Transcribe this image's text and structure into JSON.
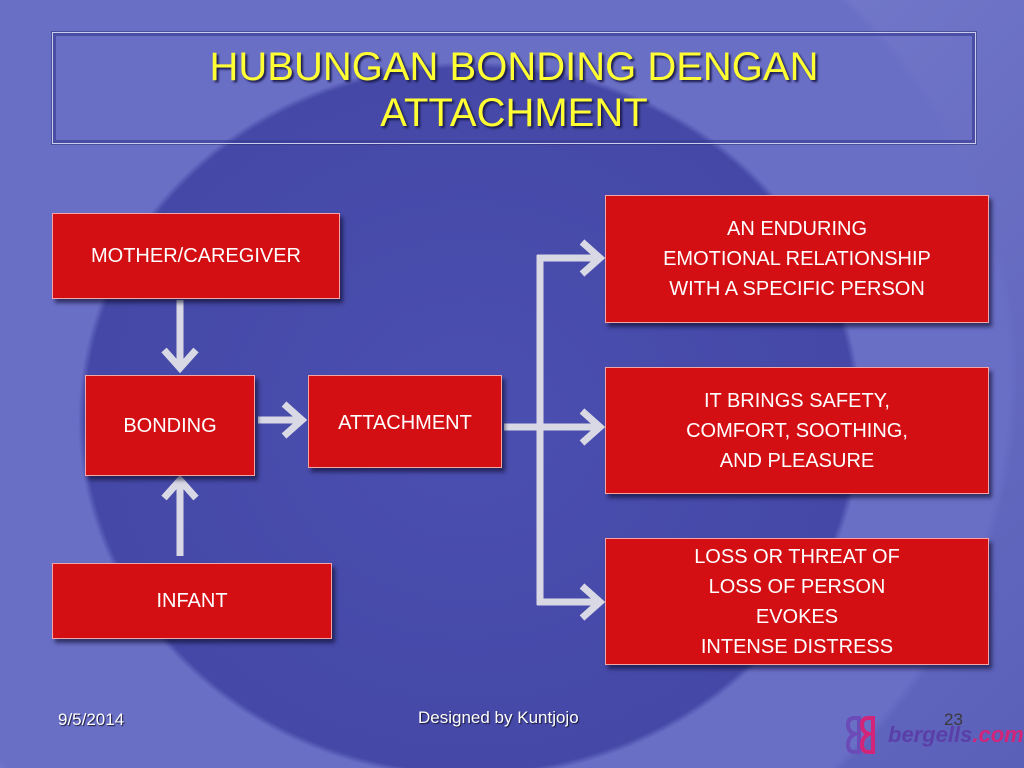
{
  "slide": {
    "title": "HUBUNGAN BONDING DENGAN\nATTACHMENT",
    "footer_date": "9/5/2014",
    "footer_center": "Designed by Kuntjojo",
    "page_number": "23"
  },
  "diagram": {
    "nodes": {
      "mother": "MOTHER/CAREGIVER",
      "bonding": "BONDING",
      "infant": "INFANT",
      "attachment": "ATTACHMENT",
      "outcome1": "AN ENDURING\nEMOTIONAL RELATIONSHIP\nWITH A SPECIFIC PERSON",
      "outcome2": "IT BRINGS SAFETY,\nCOMFORT, SOOTHING,\nAND PLEASURE",
      "outcome3": "LOSS OR THREAT OF\nLOSS OF PERSON\nEVOKES\nINTENSE DISTRESS"
    },
    "edges": [
      {
        "from": "mother",
        "to": "bonding"
      },
      {
        "from": "infant",
        "to": "bonding"
      },
      {
        "from": "bonding",
        "to": "attachment"
      },
      {
        "from": "attachment",
        "to": "outcome1"
      },
      {
        "from": "attachment",
        "to": "outcome2"
      },
      {
        "from": "attachment",
        "to": "outcome3"
      }
    ],
    "colors": {
      "box": "#d30f14",
      "arrow": "#d9d9e6",
      "title": "#ffff33"
    }
  },
  "watermark": {
    "brand": "bergells",
    "suffix": ".com"
  }
}
